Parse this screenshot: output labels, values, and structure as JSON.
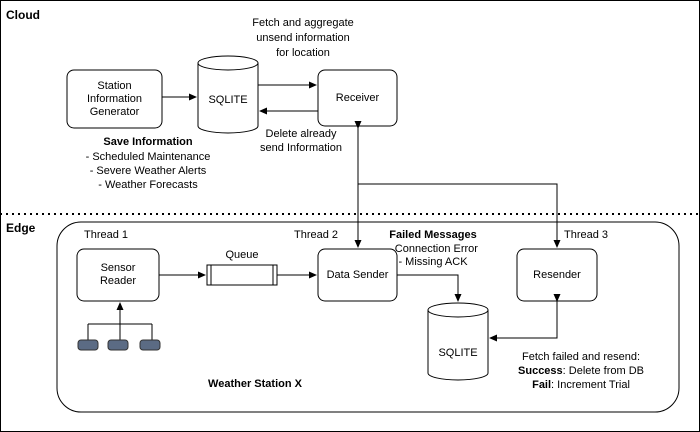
{
  "regions": {
    "cloud": "Cloud",
    "edge": "Edge"
  },
  "cloud": {
    "generator": "Station\nInformation\nGenerator",
    "db": "SQLITE",
    "receiver": "Receiver",
    "fetch_note": [
      "Fetch and aggregate",
      "unsend information",
      "for location"
    ],
    "delete_note": [
      "Delete already",
      "send Information"
    ],
    "save_title": "Save Information",
    "save_items": [
      "- Scheduled Maintenance",
      "- Severe Weather Alerts",
      "- Weather Forecasts"
    ]
  },
  "edge": {
    "thread1": "Thread 1",
    "thread2": "Thread 2",
    "thread3": "Thread 3",
    "sensor": "Sensor\nReader",
    "queue": "Queue",
    "sender": "Data Sender",
    "resender": "Resender",
    "db": "SQLITE",
    "failed_title": "Failed Messages",
    "failed_items": [
      "- Connection Error",
      "- Missing ACK"
    ],
    "resend_title": "Fetch failed and resend:",
    "success_label": "Success",
    "success_text": ": Delete from DB",
    "fail_label": "Fail",
    "fail_text": ": Increment Trial",
    "station": "Weather Station X"
  }
}
